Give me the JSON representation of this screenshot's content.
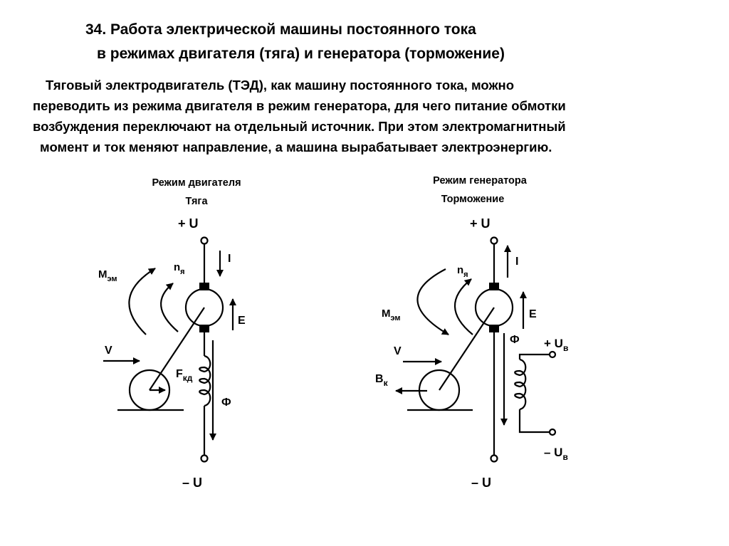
{
  "title": {
    "line1": "34. Работа  электрической  машины постоянного тока",
    "line2": "в режимах двигателя (тяга)   и генератора (торможение)"
  },
  "paragraph": {
    "line1": "Тяговый электродвигатель (ТЭД), как машину постоянного тока, можно",
    "line2": "переводить из режима двигателя в режим генератора, для чего питание обмотки",
    "line3": "возбуждения переключают на отдельный источник. При этом электромагнитный",
    "line4": "момент и ток меняют направление, а машина вырабатывает электроэнергию."
  },
  "motor": {
    "header1": "Режим двигателя",
    "header2": "Тяга",
    "plus_u": "+ U",
    "minus_u": "– U",
    "current": "I",
    "emf": "E",
    "torque_main": "M",
    "torque_sub": "эм",
    "speed_main": "n",
    "speed_sub": "я",
    "velocity": "V",
    "force_main": "F",
    "force_sub": "кд",
    "flux": "Ф"
  },
  "generator": {
    "header1": "Режим генератора",
    "header2": "Торможение",
    "plus_u": "+ U",
    "minus_u": "– U",
    "current": "I",
    "emf": "E",
    "torque_main": "M",
    "torque_sub": "эм",
    "speed_main": "n",
    "speed_sub": "я",
    "velocity": "V",
    "brake_main": "B",
    "brake_sub": "к",
    "flux": "Ф",
    "plus_uv_main": "+ U",
    "plus_uv_sub": "в",
    "minus_uv_main": "– U",
    "minus_uv_sub": "в"
  }
}
